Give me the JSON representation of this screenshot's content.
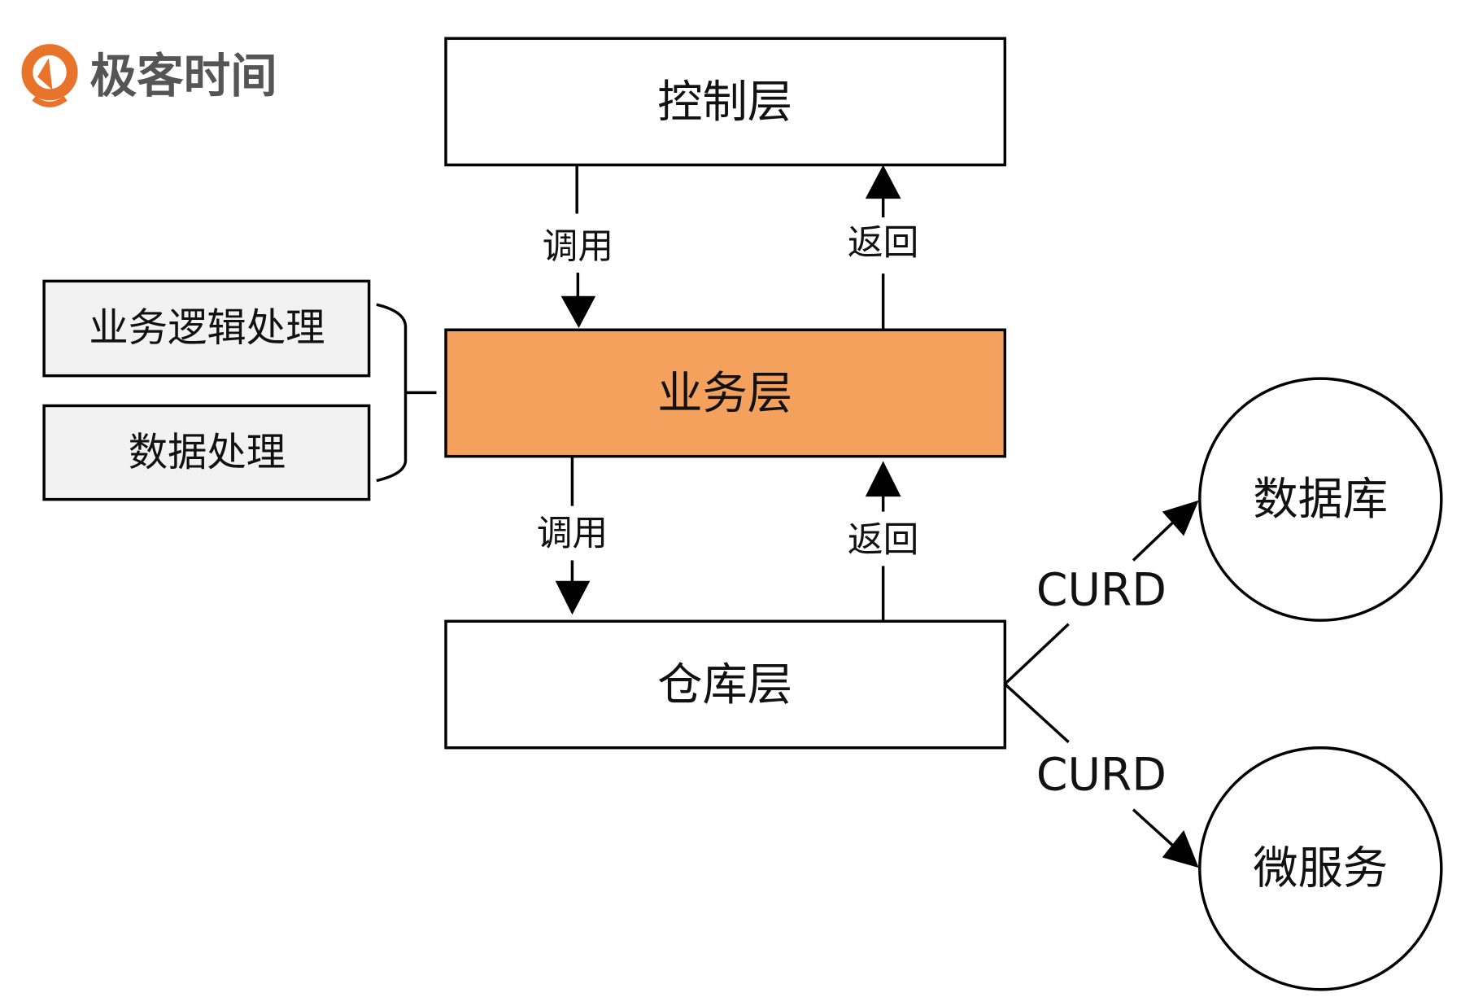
{
  "logo": {
    "text": "极客时间",
    "icon": "geektime-logo-icon",
    "color": "#E8742B"
  },
  "layers": {
    "control": {
      "label": "控制层",
      "fill": "#FFFFFF"
    },
    "business": {
      "label": "业务层",
      "fill": "#F4A15D"
    },
    "repository": {
      "label": "仓库层",
      "fill": "#FFFFFF"
    }
  },
  "side_boxes": [
    {
      "label": "业务逻辑处理",
      "fill": "#F2F2F2"
    },
    {
      "label": "数据处理",
      "fill": "#F2F2F2"
    }
  ],
  "edges": {
    "control_to_business": "调用",
    "business_to_control": "返回",
    "business_to_repository": "调用",
    "repository_to_business": "返回",
    "repository_to_database": "CURD",
    "repository_to_microservice": "CURD"
  },
  "targets": {
    "database": {
      "label": "数据库"
    },
    "microservice": {
      "label": "微服务"
    }
  }
}
